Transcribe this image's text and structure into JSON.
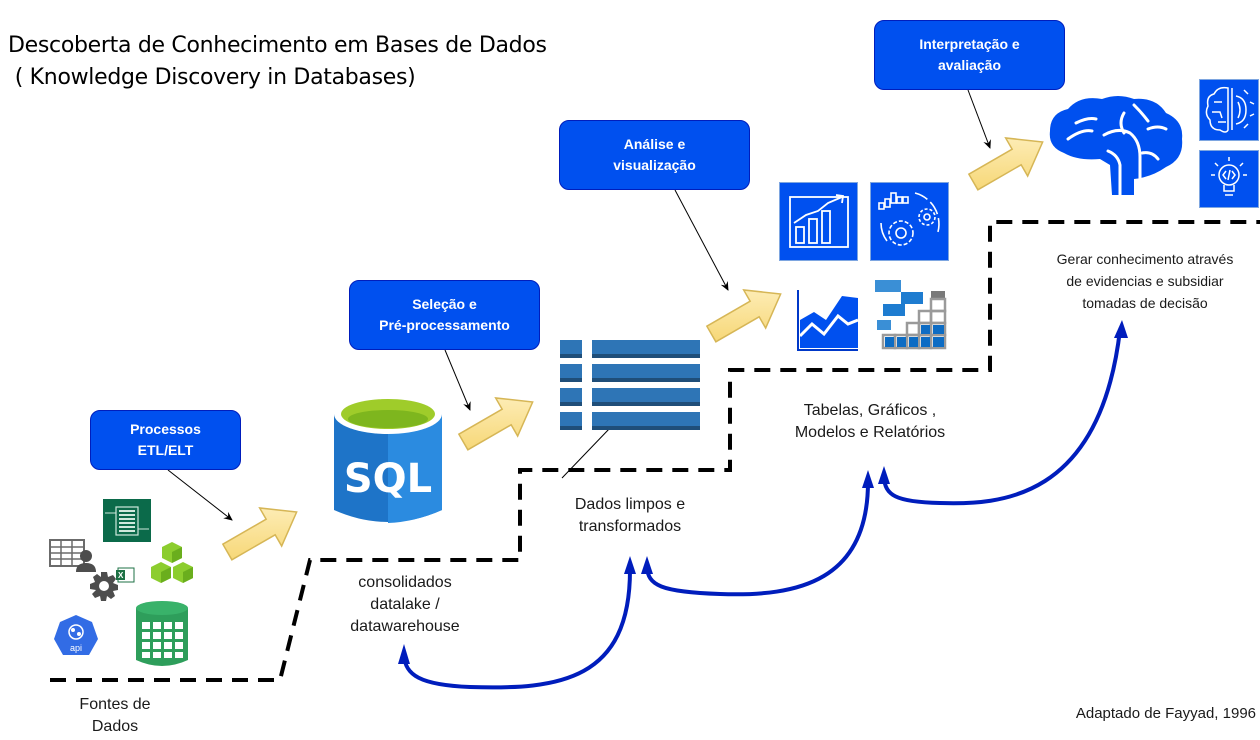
{
  "diagram": {
    "title_line1": "Descoberta de Conhecimento em Bases de Dados",
    "title_line2": " ( Knowledge Discovery in Databases)",
    "credit": "Adaptado de Fayyad, 1996",
    "colors": {
      "stage_box": "#0050ef",
      "feedback_arrow": "#001dbc",
      "step_arrow": "#ffd966",
      "step_line": "#000000"
    },
    "stages": [
      {
        "label_line1": "Processos",
        "label_line2": "ETL/ELT"
      },
      {
        "label_line1": "Seleção e",
        "label_line2": "Pré-processamento"
      },
      {
        "label_line1": "Análise e",
        "label_line2": "visualização"
      },
      {
        "label_line1": "Interpretação e",
        "label_line2": "avaliação"
      }
    ],
    "steps": [
      {
        "line1": "Fontes de",
        "line2": "Dados",
        "line3": ""
      },
      {
        "line1": "consolidados",
        "line2": "datalake /",
        "line3": "datawarehouse"
      },
      {
        "line1": "Dados limpos e",
        "line2": "transformados",
        "line3": ""
      },
      {
        "line1": "Tabelas, Gráficos ,",
        "line2": "Modelos e Relatórios",
        "line3": ""
      },
      {
        "line1": "Gerar conhecimento através",
        "line2": "de evidencias e subsidiar",
        "line3": "tomadas de decisão"
      }
    ],
    "icons": {
      "sql_text": "SQL",
      "api_text": "api",
      "excel_text": "X"
    }
  }
}
